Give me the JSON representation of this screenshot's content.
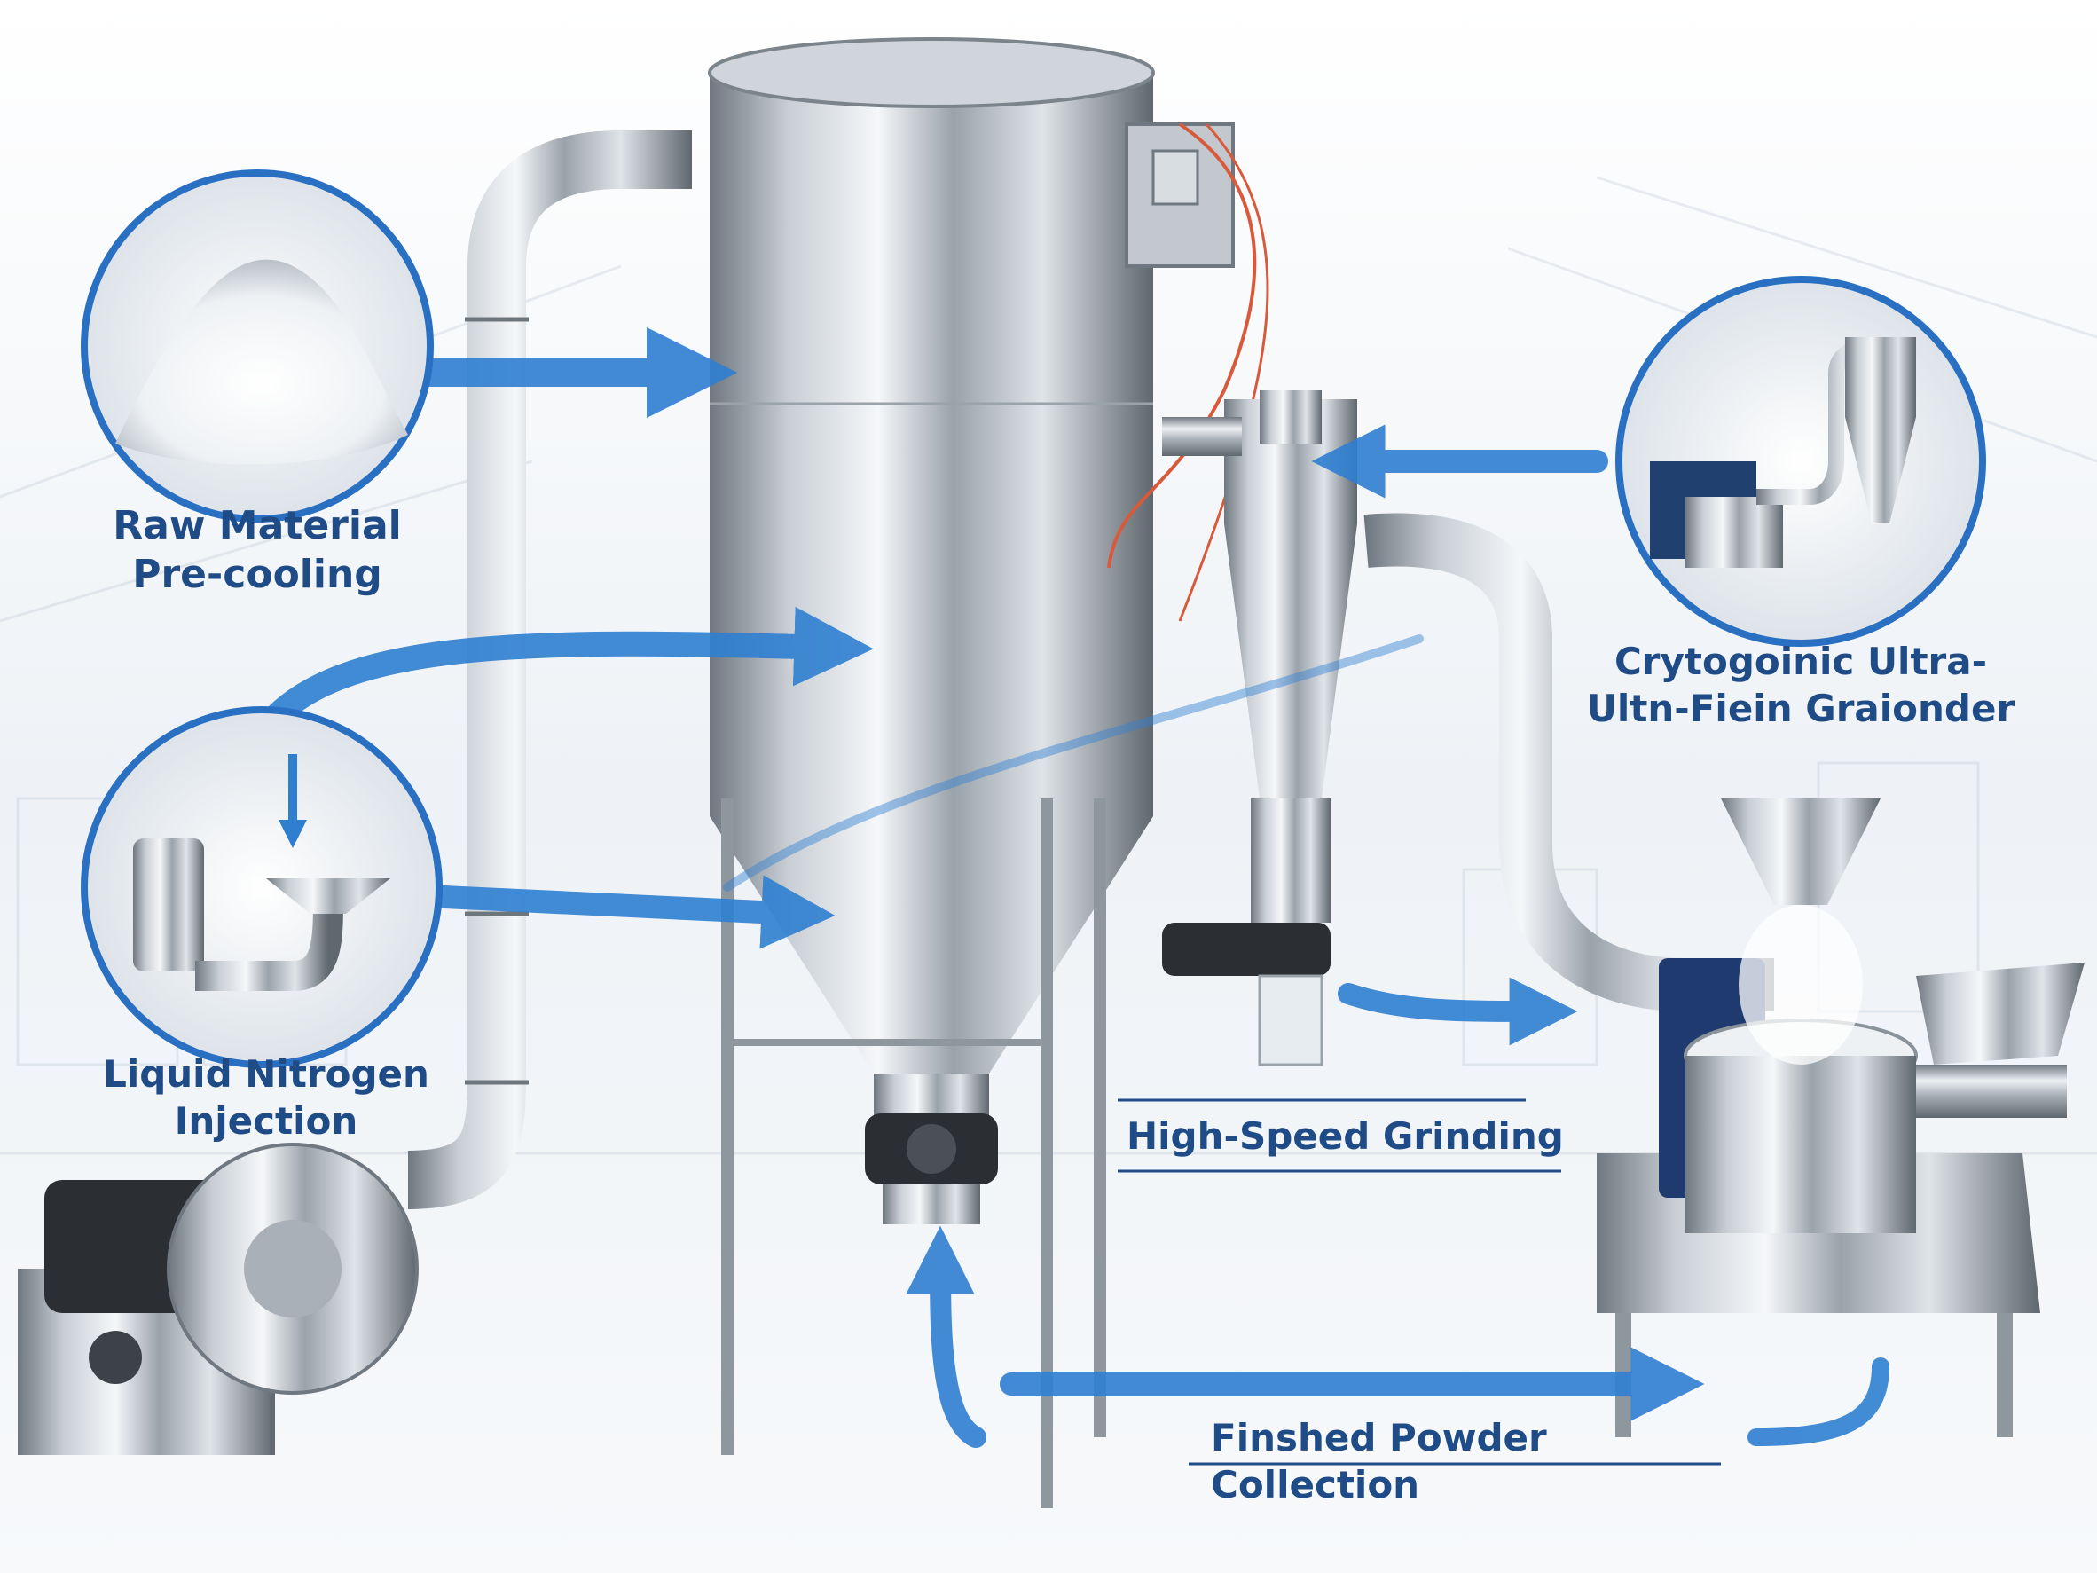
{
  "labels": {
    "raw_material": [
      "Raw Material",
      "Pre-cooling"
    ],
    "liquid_nitrogen": [
      "Liquid Nitrogen",
      "Injection"
    ],
    "cryogenic_grinder": [
      "Crytogoinic Ultra-",
      "Ultn-Fiein Graionder"
    ],
    "high_speed": "High-Speed Grinding",
    "finished": "Finshed Powder Collection"
  },
  "colors": {
    "arrow": "#2f7fd1",
    "label_text": "#1f4c86",
    "inset_ring": "#2a70c2",
    "steel_light": "#e9edf1",
    "steel_dark": "#6f7780"
  },
  "icons": [
    "raw-powder-pile-inset",
    "nitrogen-injector-inset",
    "grinder-plant-inset",
    "blower-fan-icon",
    "rotary-valve-icon"
  ]
}
